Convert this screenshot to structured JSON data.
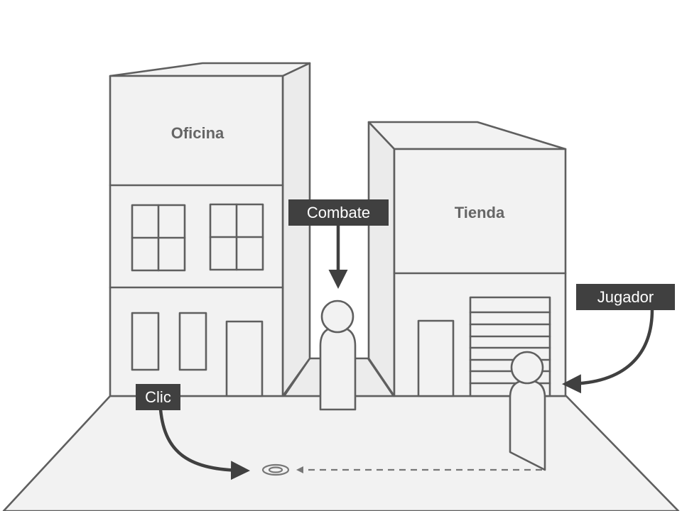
{
  "buildings": {
    "office": {
      "label": "Oficina"
    },
    "shop": {
      "label": "Tienda"
    }
  },
  "tags": {
    "combat": "Combate",
    "player": "Jugador",
    "click": "Clic"
  },
  "colors": {
    "fill": "#f2f2f2",
    "stroke": "#5f5f5f",
    "label_text": "#666666",
    "tag_background": "#404040",
    "tag_text": "#ffffff"
  }
}
